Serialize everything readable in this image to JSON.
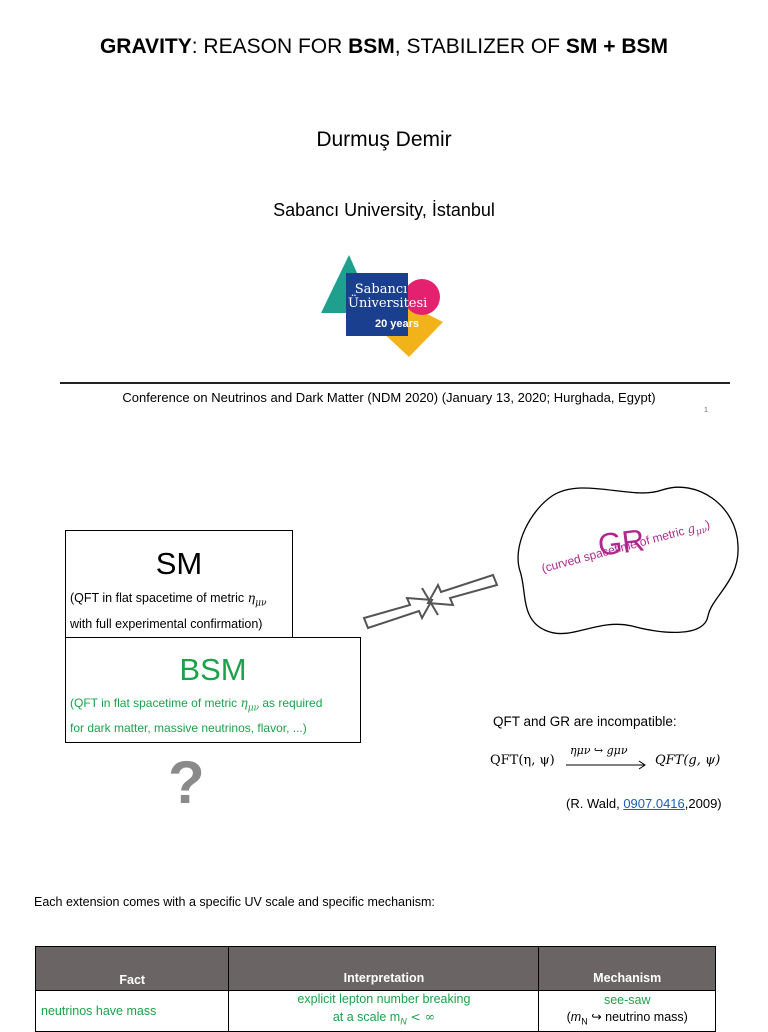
{
  "title": {
    "gravity": "GRAVITY",
    "p1": ": REASON FOR ",
    "bsm": "BSM",
    "p2": ", STABILIZER OF ",
    "smbsm": "SM + BSM"
  },
  "author": "Durmuş Demir",
  "affiliation": "Sabancı University, İstanbul",
  "logo": {
    "line1": "Sabancı",
    "line2": "Üniversitesi",
    "line3": "20 years"
  },
  "conference": "Conference on Neutrinos and Dark Matter (NDM 2020) (January 13, 2020; Hurghada, Egypt)",
  "page_number": "1",
  "sm": {
    "title": "SM",
    "desc_pre": "(QFT in flat spacetime of metric ",
    "desc_post": "with full experimental confirmation)"
  },
  "bsm": {
    "title": "BSM",
    "desc_pre": "(QFT in flat spacetime of metric ",
    "desc_mid": " as required",
    "desc_post": "for dark matter, massive neutrinos, flavor, ...)"
  },
  "question_mark": "?",
  "gr": {
    "title": "GR",
    "desc": "(curved spacetime of metric "
  },
  "incompatible": "QFT and GR are incompatible:",
  "equation": {
    "left": "QFT(η, ψ)",
    "arrow_label": "ημν ↪ gμν",
    "right": "QFT(g, ψ)"
  },
  "citation": {
    "pre": "(R. Wald, ",
    "link": "0907.0416",
    "post": ",2009)"
  },
  "extension_note": "Each extension comes with a specific UV scale and specific mechanism:",
  "table": {
    "headers": [
      "Fact",
      "Interpretation",
      "Mechanism"
    ],
    "rows": [
      {
        "fact": "neutrinos have mass",
        "interp_line1": "explicit lepton number breaking",
        "interp_line2": "at a scale m",
        "mech_line1": "see-saw",
        "mech_line2": "↪ neutrino mass)"
      }
    ]
  },
  "colors": {
    "green": "#1aa34a",
    "magenta": "#b0278f",
    "header_gray": "#6b6464",
    "link_blue": "#1a5fb4"
  }
}
